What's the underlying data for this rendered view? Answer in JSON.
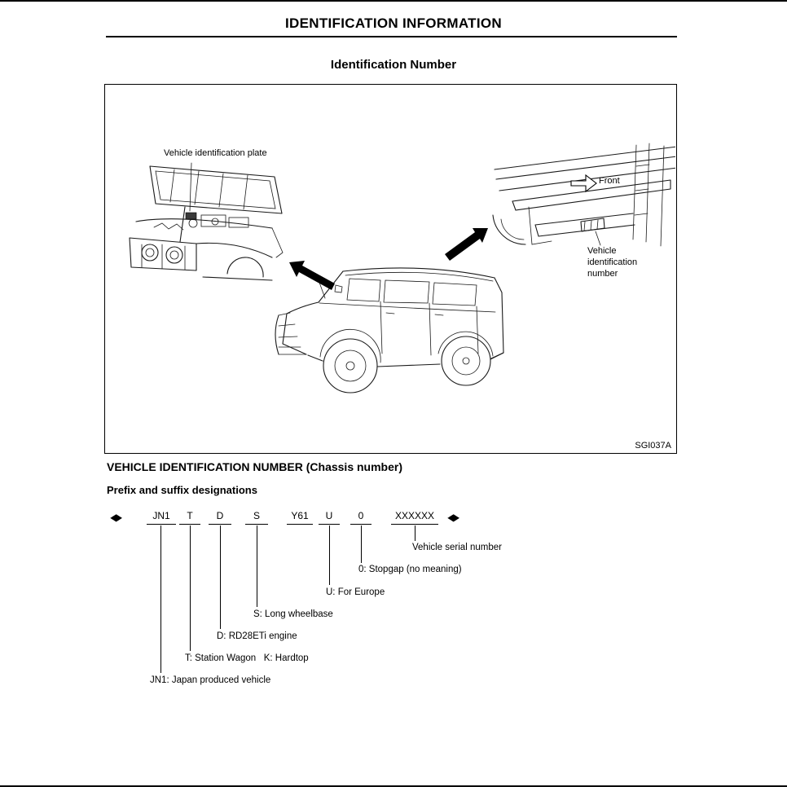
{
  "page": {
    "header_title": "IDENTIFICATION INFORMATION",
    "section_title": "Identification Number"
  },
  "figure": {
    "labels": {
      "plate": "Vehicle identification plate",
      "front": "Front",
      "vin_number": "Vehicle identification number"
    },
    "code": "SGI037A"
  },
  "icons": {
    "vin_marker": "◆"
  },
  "vin": {
    "heading": "VEHICLE IDENTIFICATION NUMBER (Chassis number)",
    "subheading": "Prefix and suffix designations",
    "codes": [
      "JN1",
      "T",
      "D",
      "S",
      "Y61",
      "U",
      "0",
      "XXXXXX"
    ],
    "legend": [
      "Vehicle serial number",
      "0: Stopgap (no meaning)",
      "U: For Europe",
      "S: Long wheelbase",
      "D: RD28ETi engine",
      "T: Station Wagon   K: Hardtop",
      "JN1: Japan produced vehicle"
    ]
  }
}
